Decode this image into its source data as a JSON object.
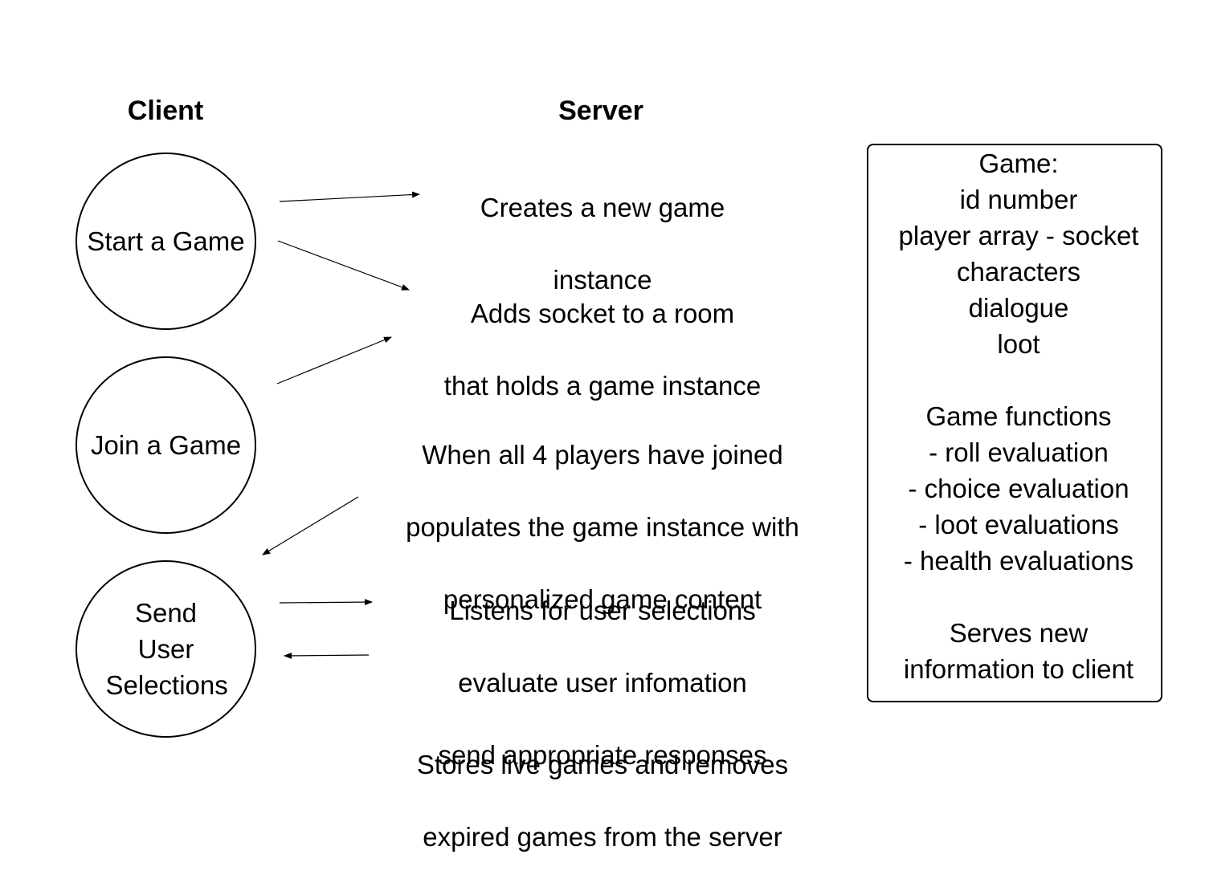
{
  "columns": {
    "client": "Client",
    "server": "Server"
  },
  "client_nodes": [
    {
      "label": "Start a Game"
    },
    {
      "label": "Join a Game"
    },
    {
      "label": "Send User Selections"
    }
  ],
  "server_steps": [
    {
      "lines": [
        "Creates a new game",
        "instance"
      ]
    },
    {
      "lines": [
        "Adds socket to a room",
        "that holds a game instance"
      ]
    },
    {
      "lines": [
        "When all 4 players have joined",
        "populates the game instance with",
        "personalized game content"
      ]
    },
    {
      "lines": [
        "Listens for user selections",
        "evaluate user infomation",
        "send appropriate responses"
      ]
    },
    {
      "lines": [
        "Stores live games and removes",
        "expired games from the server"
      ]
    }
  ],
  "game_box": {
    "title": "Game:",
    "properties": [
      "id number",
      "player array - socket",
      "characters",
      "dialogue",
      "loot"
    ],
    "functions_title": "Game functions",
    "functions": [
      "- roll evaluation",
      "- choice evaluation",
      "- loot evaluations",
      "- health evaluations"
    ],
    "serves": [
      "Serves new",
      "information to client"
    ]
  }
}
